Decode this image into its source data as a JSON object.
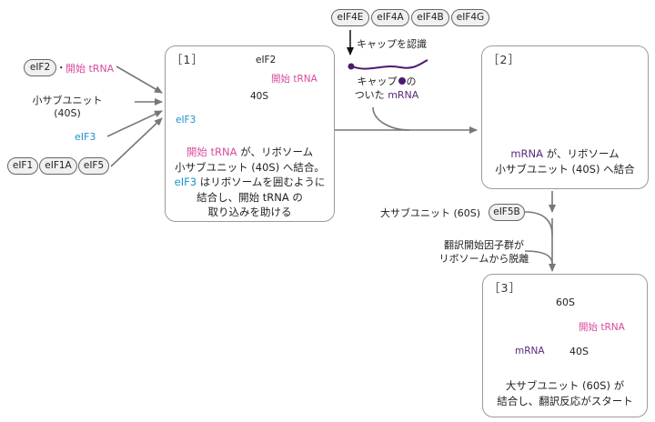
{
  "left_inputs": {
    "eif2": "eIF2",
    "dot": "・",
    "tRNA": "開始 tRNA",
    "small_subunit_line1": "小サブユニット",
    "small_subunit_line2": "(40S)",
    "eif3": "eIF3",
    "eif1": "eIF1",
    "eif1a": "eIF1A",
    "eif5": "eIF5"
  },
  "top_factors": [
    "eIF4E",
    "eIF4A",
    "eIF4B",
    "eIF4G"
  ],
  "cap_recognition": "キャップを認識",
  "capped_mrna": {
    "line1_a": "キャップ",
    "line1_b": "の",
    "line2_a": "ついた",
    "line2_b": "mRNA"
  },
  "box1": {
    "number": "［1］",
    "eif2": "eIF2",
    "tRNA": "開始 tRNA",
    "s40": "40S",
    "eif3": "eIF3",
    "desc": {
      "l1_a": "開始 tRNA",
      "l1_b": " が、リボソーム",
      "l2": "小サブユニット (40S) へ結合。",
      "l3_a": "eIF3",
      "l3_b": " はリボソームを囲むように",
      "l4": "結合し、開始 tRNA の",
      "l5": "取り込みを助ける"
    }
  },
  "box2": {
    "number": "［2］",
    "desc": {
      "l1_a": "mRNA",
      "l1_b": " が、リボソーム",
      "l2": "小サブユニット (40S) へ結合"
    }
  },
  "middle": {
    "large_subunit": "大サブユニット (60S)",
    "eif5b": "eIF5B",
    "release_l1": "翻訳開始因子群が",
    "release_l2": "リボソームから脱離"
  },
  "box3": {
    "number": "［3］",
    "s60": "60S",
    "tRNA": "開始 tRNA",
    "mrna": "mRNA",
    "s40": "40S",
    "desc": {
      "l1": "大サブユニット (60S) が",
      "l2": "結合し、翻訳反応がスタート"
    }
  },
  "colors": {
    "pink": "#d84c9e",
    "cyan": "#1a94c9",
    "blue_eif3": "#12a4e0",
    "gray_40s": "#a3a3a3",
    "orange_60s": "#f9cf7a",
    "purple_mrna": "#4b1a6e",
    "arrow_gray": "#777777"
  }
}
